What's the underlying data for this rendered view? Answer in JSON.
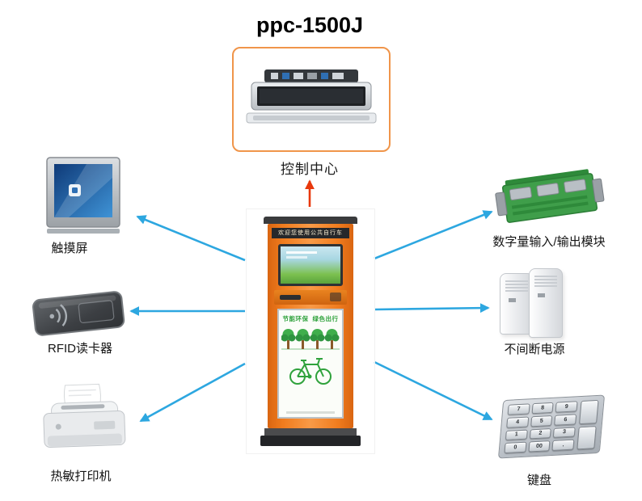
{
  "title": "ppc-1500J",
  "control_center": {
    "label": "控制中心"
  },
  "kiosk": {
    "header_text": "欢迎您使用公共自行车",
    "slogan_left": "节能环保",
    "slogan_right": "绿色出行"
  },
  "devices": {
    "touch_screen": {
      "label": "触摸屏"
    },
    "rfid_reader": {
      "label": "RFID读卡器"
    },
    "thermal_printer": {
      "label": "热敏打印机"
    },
    "digital_io_module": {
      "label": "数字量输入/输出模块"
    },
    "ups": {
      "label": "不间断电源"
    },
    "keyboard": {
      "label": "键盘"
    }
  },
  "keypad": {
    "keys": [
      "7",
      "8",
      "9",
      "4",
      "5",
      "6",
      "1",
      "2",
      "3",
      "0",
      "00",
      "."
    ]
  },
  "colors": {
    "kiosk_orange": "#F07C1E",
    "arrow_blue": "#2DA7E0",
    "arrow_red": "#E8380D",
    "control_box_border": "#F0954A",
    "slogan_green": "#2FA23C"
  }
}
